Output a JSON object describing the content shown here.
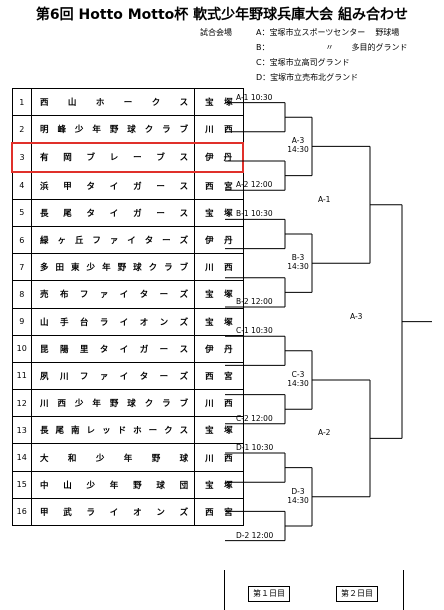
{
  "title": "第6回 Hotto Motto杯 軟式少年野球兵庫大会 組み合わせ",
  "venue_label": "試合会場",
  "venues": [
    {
      "text": "A：宝塚市立スポーツセンター",
      "extra": "野球場",
      "extra2": ""
    },
    {
      "text": "B：",
      "extra": "〃",
      "extra2": "多目的グランド"
    },
    {
      "text": "C：宝塚市立高司グランド",
      "extra": "",
      "extra2": ""
    },
    {
      "text": "D：宝塚市立売布北グランド",
      "extra": "",
      "extra2": ""
    }
  ],
  "teams": [
    {
      "no": "1",
      "name": "西山ホークス",
      "city": "宝塚"
    },
    {
      "no": "2",
      "name": "明峰少年野球クラブ",
      "city": "川西"
    },
    {
      "no": "3",
      "name": "有岡ブレーブス",
      "city": "伊丹"
    },
    {
      "no": "4",
      "name": "浜甲タイガース",
      "city": "西宮"
    },
    {
      "no": "5",
      "name": "長尾タイガース",
      "city": "宝塚"
    },
    {
      "no": "6",
      "name": "緑ヶ丘ファイターズ",
      "city": "伊丹"
    },
    {
      "no": "7",
      "name": "多田東少年野球クラブ",
      "city": "川西"
    },
    {
      "no": "8",
      "name": "売布ファイターズ",
      "city": "宝塚"
    },
    {
      "no": "9",
      "name": "山手台ライオンズ",
      "city": "宝塚"
    },
    {
      "no": "10",
      "name": "昆陽里タイガース",
      "city": "伊丹"
    },
    {
      "no": "11",
      "name": "夙川ファイターズ",
      "city": "西宮"
    },
    {
      "no": "12",
      "name": "川西少年野球クラブ",
      "city": "川西"
    },
    {
      "no": "13",
      "name": "長尾南レッドホークス",
      "city": "宝塚"
    },
    {
      "no": "14",
      "name": "大和少年野球",
      "city": "川西"
    },
    {
      "no": "15",
      "name": "中山少年野球団",
      "city": "宝塚"
    },
    {
      "no": "16",
      "name": "甲武ライオンズ",
      "city": "西宮"
    }
  ],
  "round1": [
    {
      "label": "A-1 10:30"
    },
    {
      "label": "A-2 12:00"
    },
    {
      "label": "B-1 10:30"
    },
    {
      "label": "B-2 12:00"
    },
    {
      "label": "C-1 10:30"
    },
    {
      "label": "C-2 12:00"
    },
    {
      "label": "D-1 10:30"
    },
    {
      "label": "D-2 12:00"
    }
  ],
  "round2": [
    {
      "code": "A-3",
      "time": "14:30"
    },
    {
      "code": "B-3",
      "time": "14:30"
    },
    {
      "code": "C-3",
      "time": "14:30"
    },
    {
      "code": "D-3",
      "time": "14:30"
    }
  ],
  "semis": [
    {
      "code": "A-1"
    },
    {
      "code": "A-2"
    }
  ],
  "final": {
    "code": "A-3"
  },
  "days": {
    "day1": "第１日目",
    "day2": "第２日目"
  }
}
